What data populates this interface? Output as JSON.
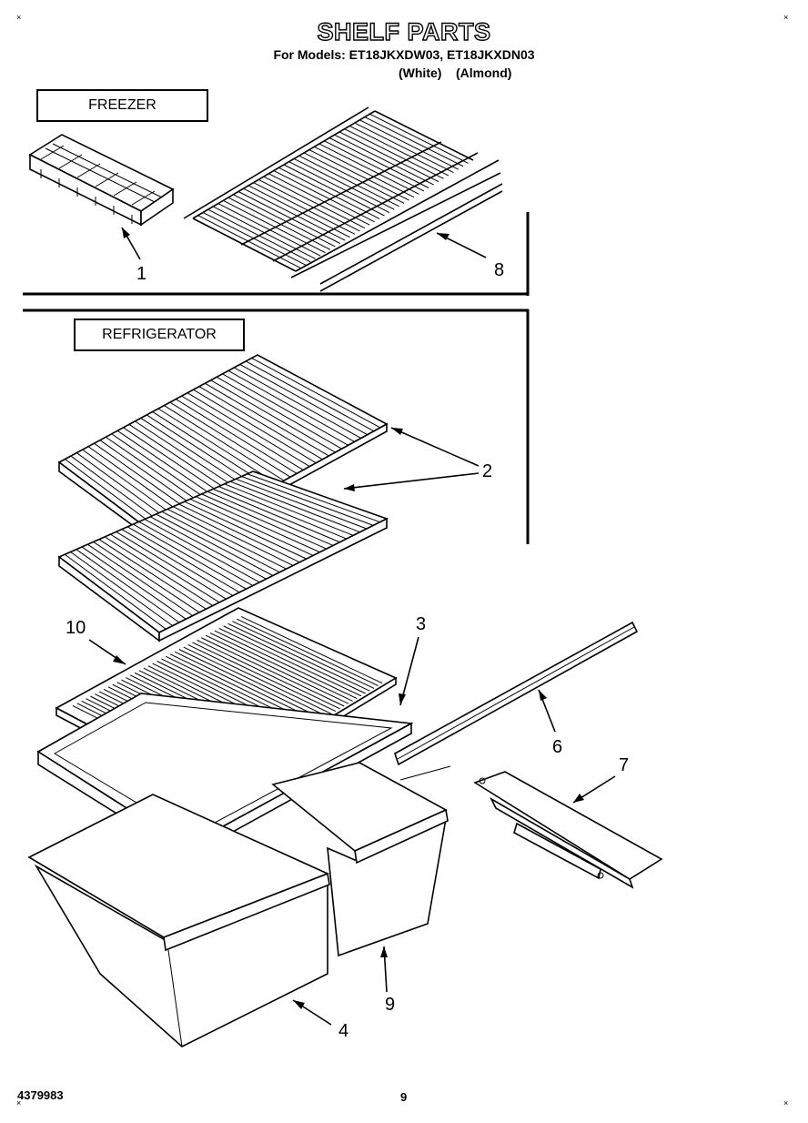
{
  "header": {
    "title": "SHELF PARTS",
    "models_line": "For Models: ET18JKXDW03, ET18JKXDN03",
    "variants_line": "(White)    (Almond)"
  },
  "sections": {
    "freezer_label": "FREEZER",
    "refrigerator_label": "REFRIGERATOR"
  },
  "callouts": {
    "c1": "1",
    "c2": "2",
    "c3": "3",
    "c4": "4",
    "c5_unused": "",
    "c6": "6",
    "c7": "7",
    "c8": "8",
    "c9": "9",
    "c10": "10"
  },
  "footer": {
    "document_number": "4379983",
    "page_number": "9"
  },
  "marks": {
    "corner": "×"
  }
}
